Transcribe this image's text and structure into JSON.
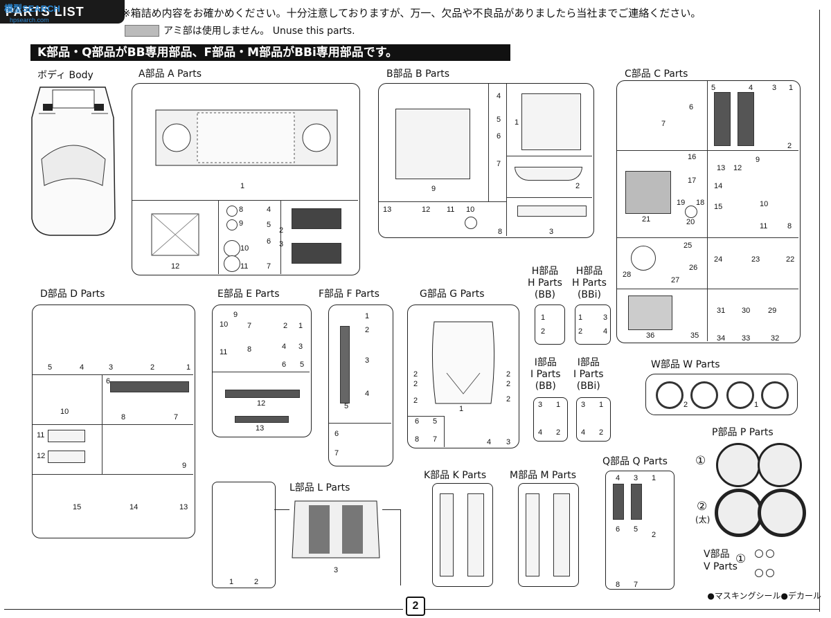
{
  "header": {
    "tab_label": "PARTS LIST",
    "watermark": "模型SEARCH",
    "watermark_sub": "hpsearch.com",
    "note_check": "※箱詰め内容をお確かめください。十分注意しておりますが、万一、欠品や不良品がありましたら当社までご連絡ください。",
    "note_unused": "アミ部は使用しません。 Unuse this parts.",
    "banner": "K部品・Q部品がBB専用部品、F部品・M部品がBBi専用部品です。"
  },
  "sections": {
    "body": "ボディ Body",
    "a": "A部品 A Parts",
    "b": "B部品 B Parts",
    "c": "C部品 C Parts",
    "d": "D部品 D Parts",
    "e": "E部品 E Parts",
    "f": "F部品 F Parts",
    "g": "G部品 G Parts",
    "h_bb_1": "H部品",
    "h_bb_2": "H Parts",
    "h_bb_3": "(BB)",
    "h_bbi_1": "H部品",
    "h_bbi_2": "H Parts",
    "h_bbi_3": "(BBi)",
    "i_bb_1": "I部品",
    "i_bb_2": "I Parts",
    "i_bb_3": "(BB)",
    "i_bbi_1": "I部品",
    "i_bbi_2": "I Parts",
    "i_bbi_3": "(BBi)",
    "w": "W部品 W Parts",
    "p": "P部品 P Parts",
    "q": "Q部品 Q Parts",
    "k": "K部品 K Parts",
    "m": "M部品 M Parts",
    "l": "L部品 L Parts",
    "v_1": "V部品",
    "v_2": "V Parts"
  },
  "p_labels": {
    "one": "①",
    "two": "②",
    "two_note": "(太)",
    "v_one": "①"
  },
  "footer": {
    "page": "2",
    "legend": "●マスキングシール●デカール"
  },
  "parts": {
    "a": [
      "1",
      "12",
      "8",
      "9",
      "10",
      "11",
      "4",
      "5",
      "6",
      "7",
      "2",
      "3"
    ],
    "b": [
      "9",
      "4",
      "5",
      "6",
      "7",
      "1",
      "2",
      "13",
      "12",
      "11",
      "10",
      "8",
      "3"
    ],
    "c": [
      "6",
      "5",
      "4",
      "3",
      "1",
      "7",
      "2",
      "16",
      "17",
      "13",
      "12",
      "9",
      "14",
      "15",
      "19",
      "18",
      "10",
      "11",
      "21",
      "20",
      "8",
      "25",
      "24",
      "23",
      "22",
      "28",
      "27",
      "26",
      "31",
      "30",
      "29",
      "36",
      "35",
      "34",
      "33",
      "32"
    ],
    "d": [
      "5",
      "4",
      "3",
      "2",
      "1",
      "6",
      "10",
      "8",
      "7",
      "11",
      "12",
      "9",
      "15",
      "14",
      "13"
    ],
    "e": [
      "9",
      "10",
      "11",
      "7",
      "8",
      "2",
      "1",
      "4",
      "3",
      "6",
      "5",
      "12",
      "13"
    ],
    "f": [
      "1",
      "2",
      "3",
      "4",
      "5",
      "6",
      "7"
    ],
    "g": [
      "2",
      "2",
      "2",
      "2",
      "2",
      "2",
      "1",
      "6",
      "5",
      "8",
      "7",
      "4",
      "3"
    ],
    "h_bb": [
      "1",
      "2"
    ],
    "h_bbi": [
      "1",
      "3",
      "2",
      "4"
    ],
    "i_bb": [
      "3",
      "1",
      "4",
      "2"
    ],
    "i_bbi": [
      "3",
      "1",
      "4",
      "2"
    ],
    "w": [
      "2",
      "1"
    ],
    "l": [
      "1",
      "2",
      "3"
    ],
    "q": [
      "4",
      "3",
      "1",
      "6",
      "5",
      "2",
      "8",
      "7"
    ]
  }
}
